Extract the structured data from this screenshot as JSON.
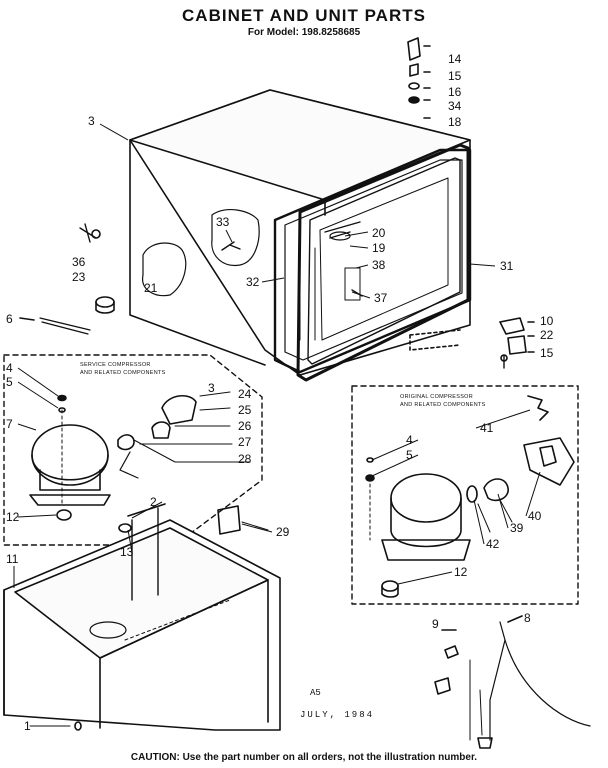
{
  "header": {
    "title": "CABINET AND UNIT PARTS",
    "subtitle": "For Model: 198.8258685"
  },
  "boxes": {
    "service_caption_line1": "SERVICE COMPRESSOR",
    "service_caption_line2": "AND RELATED COMPONENTS",
    "original_caption_line1": "ORIGINAL COMPRESSOR",
    "original_caption_line2": "AND RELATED COMPONENTS"
  },
  "callouts": {
    "c14": "14",
    "c15a": "15",
    "c16": "16",
    "c34": "34",
    "c18": "18",
    "c3": "3",
    "c33": "33",
    "c20": "20",
    "c19": "19",
    "c38": "38",
    "c31": "31",
    "c32": "32",
    "c37": "37",
    "c21": "21",
    "c36": "36",
    "c23": "23",
    "c6": "6",
    "c10": "10",
    "c22": "22",
    "c15b": "15",
    "c4a": "4",
    "c5a": "5",
    "c7": "7",
    "c3b": "3",
    "c24": "24",
    "c25": "25",
    "c26": "26",
    "c27": "27",
    "c28": "28",
    "c12a": "12",
    "c2": "2",
    "c13": "13",
    "c29": "29",
    "c11": "11",
    "c1": "1",
    "c41": "41",
    "c4b": "4",
    "c5b": "5",
    "c40": "40",
    "c39": "39",
    "c42": "42",
    "c12b": "12",
    "c9": "9",
    "c8": "8"
  },
  "footer": {
    "code": "A5",
    "date": "JULY, 1984",
    "caution": "CAUTION: Use the part number on all orders, not the illustration number."
  }
}
